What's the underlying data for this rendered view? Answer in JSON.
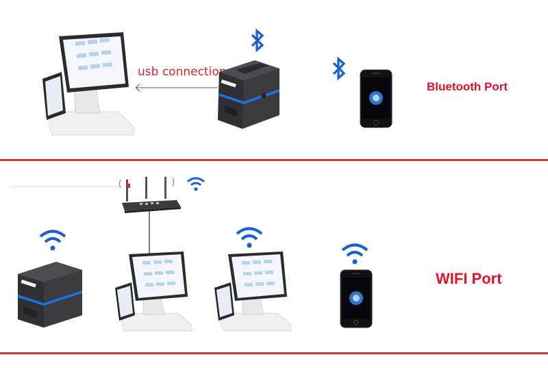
{
  "sections": {
    "bluetooth": {
      "port_label": "Bluetooth Port",
      "connection_label": "usb connection"
    },
    "wifi": {
      "port_label": "WIFI Port"
    }
  },
  "icons": {
    "bluetooth": "bluetooth-icon",
    "wifi": "wifi-icon",
    "router": "wifi-router",
    "printer": "receipt-printer",
    "pos": "pos-terminal",
    "phone": "smartphone"
  },
  "colors": {
    "divider": "#d23a3a",
    "label_red": "#e3122a",
    "icon_blue": "#1a5fd0"
  }
}
